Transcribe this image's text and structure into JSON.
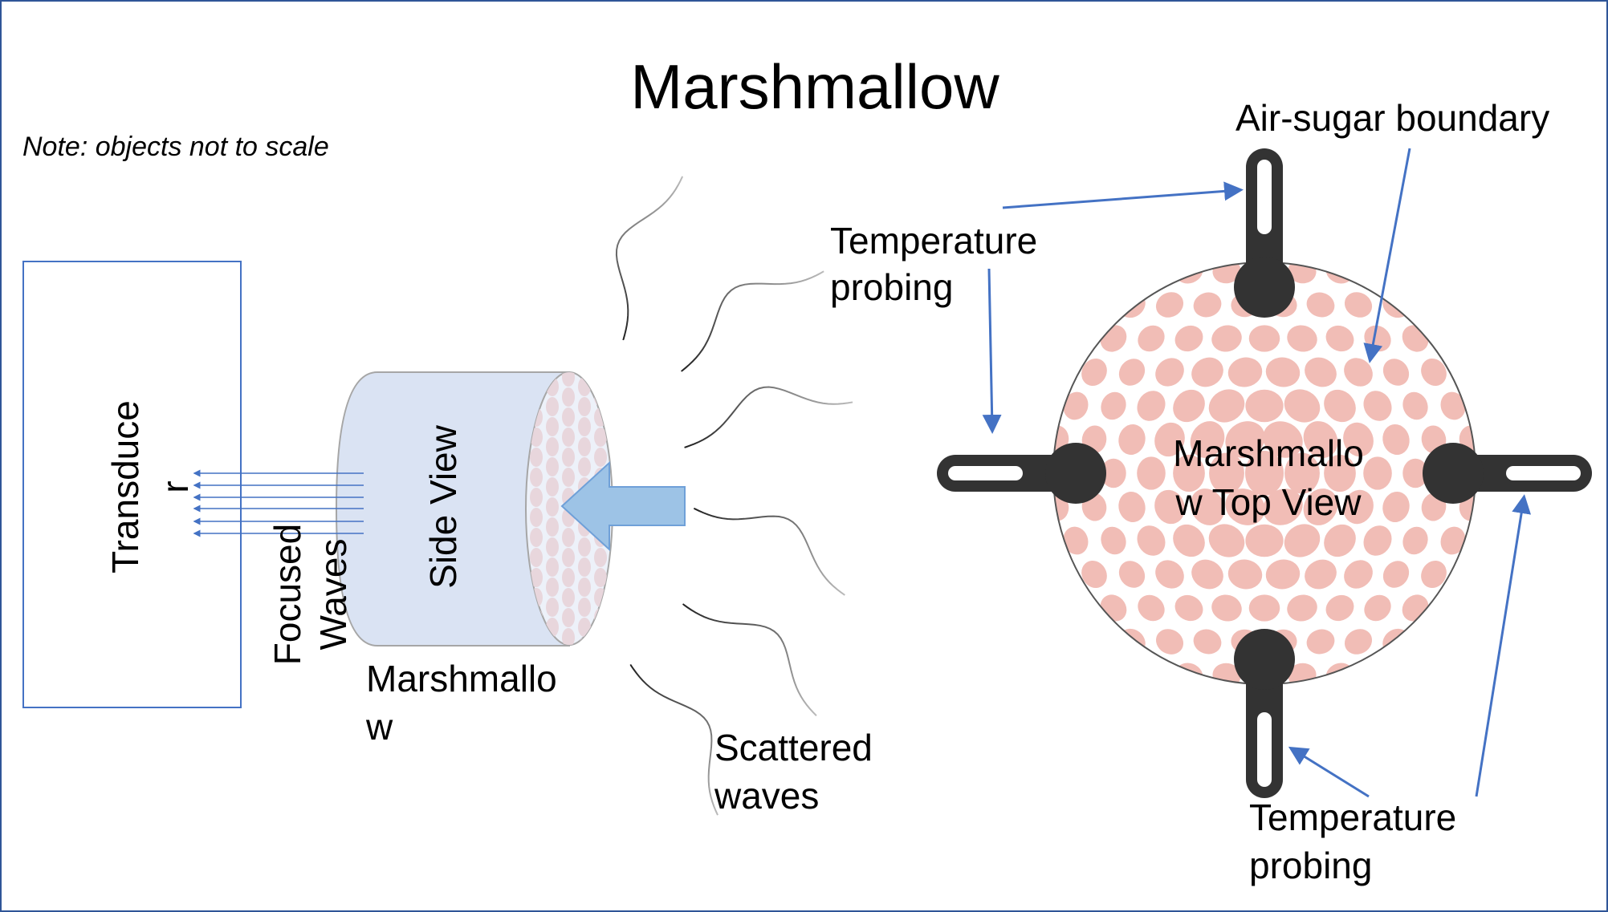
{
  "title": "Marshmallow",
  "note": "Note: objects not to scale",
  "transducer": {
    "line1": "Transduce",
    "line2": "r"
  },
  "focused_waves": {
    "line1": "Focused",
    "line2": "Waves"
  },
  "side_view": {
    "label": "Side View",
    "caption_line1": "Marshmallo",
    "caption_line2": "w"
  },
  "scattered_waves": {
    "line1": "Scattered",
    "line2": "waves"
  },
  "temperature_probing_top": {
    "line1": "Temperature",
    "line2": "probing"
  },
  "temperature_probing_bottom": {
    "line1": "Temperature",
    "line2": "probing"
  },
  "air_sugar_boundary": "Air-sugar boundary",
  "top_view": {
    "line1": "Marshmallo",
    "line2": "w Top View"
  },
  "colors": {
    "frame": "#2f5597",
    "arrow": "#4472c4",
    "cylinder": "#dae3f3",
    "bubble": "#f1bdb6",
    "probe": "#333333",
    "big_arrow": "#9dc3e6"
  }
}
